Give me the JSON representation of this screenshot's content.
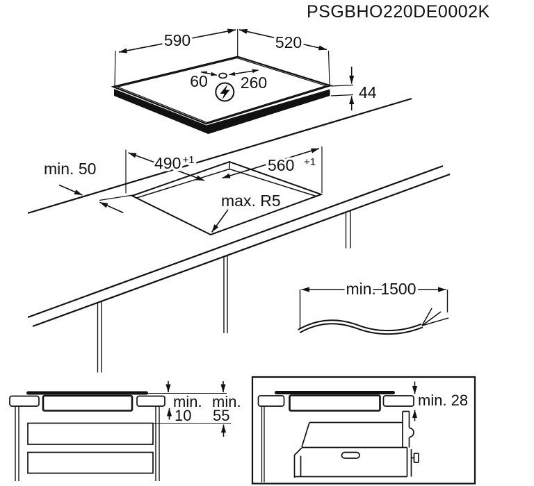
{
  "title": "PSGBHO220DE0002K",
  "colors": {
    "line": "#111111",
    "background": "#ffffff"
  },
  "hob_3d": {
    "width": "590",
    "depth": "520",
    "thickness": "44",
    "cable_hole_from_left": "60",
    "cable_hole_to_right": "260",
    "power_icon": "lightning-bolt-in-circle"
  },
  "cutout": {
    "depth": "490",
    "depth_tolerance": "+1",
    "width": "560",
    "width_tolerance": "+1",
    "front_edge_clearance": "min. 50",
    "corner_radius": "max. R5"
  },
  "power_cable": {
    "length": "min. 1500"
  },
  "drawer_clearance": {
    "label_1": "min.",
    "value_1": "10",
    "label_2": "min.",
    "value_2": "55"
  },
  "oven_clearance": {
    "label": "min. 28"
  }
}
